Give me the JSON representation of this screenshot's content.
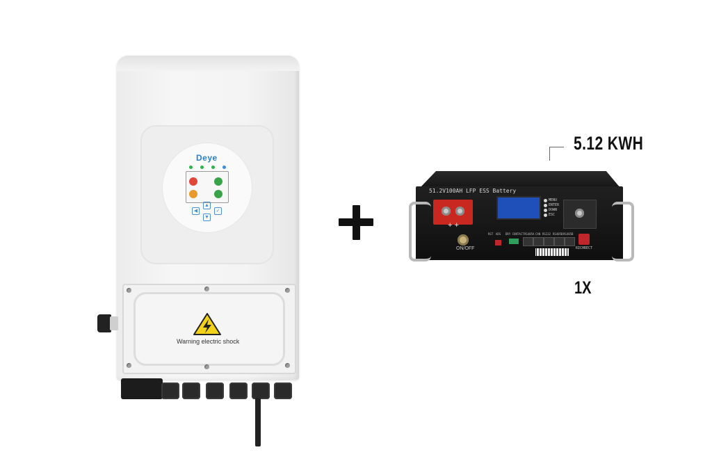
{
  "inverter": {
    "brand": "Deye",
    "warning_text": "Warning electric shock",
    "warning_icon": "high-voltage-warning-icon"
  },
  "combinator": {
    "symbol": "plus-icon"
  },
  "battery": {
    "capacity": "5.12 KWH",
    "label": "51.2V100AH LFP ESS Battery",
    "quantity": "1X",
    "keys": [
      "MENU",
      "ENTER",
      "DOWN",
      "ESC"
    ],
    "switch_label": "ON/OFF",
    "ports": [
      "RST",
      "ADS",
      "DRY CONTACT",
      "RS485A",
      "CAN",
      "RS232",
      "RS485B",
      "RS485B"
    ],
    "logo_text": "RICHRECT",
    "terminal_color": "#c8281f"
  }
}
